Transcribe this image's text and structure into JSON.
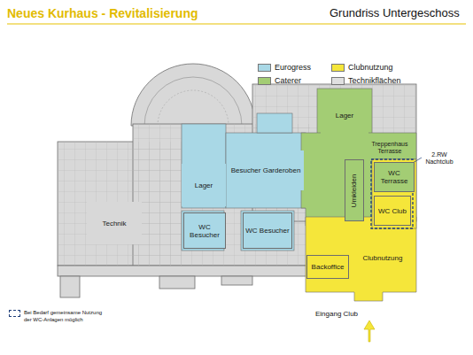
{
  "diagram": {
    "title": "Neues Kurhaus - Revitalisierung",
    "nodes": [
      {
        "text": [
          "Lager"
        ]
      },
      {
        "text": [
          "Besucher Garderoben"
        ]
      },
      {
        "text": [
          "Technik"
        ]
      },
      {
        "text": [
          "WC Besucher"
        ]
      },
      {
        "text": [
          "WC Besucher"
        ]
      },
      {
        "text": [
          "Lager"
        ]
      },
      {
        "text": [
          "Treppenhaus Terrasse"
        ]
      },
      {
        "text": [
          "Umkleiden"
        ]
      },
      {
        "text": [
          "WC Terrasse"
        ]
      },
      {
        "text": [
          "WC Club"
        ]
      },
      {
        "text": [
          "Clubnutzung"
        ]
      },
      {
        "text": [
          "Backoffice"
        ]
      }
    ],
    "labels": [
      "Grundriss Untergeschoss",
      "2.RW Nachtclub",
      "Eingang Club"
    ],
    "legend": [
      {
        "text": "Eurogress",
        "color": "#a9d8e6"
      },
      {
        "text": "Clubnutzung",
        "color": "#f5e63a"
      },
      {
        "text": "Caterer",
        "color": "#a3cd74"
      },
      {
        "text": "Technikflächen",
        "color": "#e0e0e0"
      },
      {
        "text": "Bei Bedarf gemeinsame Nutzung der WC-Anlagen möglich"
      }
    ]
  }
}
